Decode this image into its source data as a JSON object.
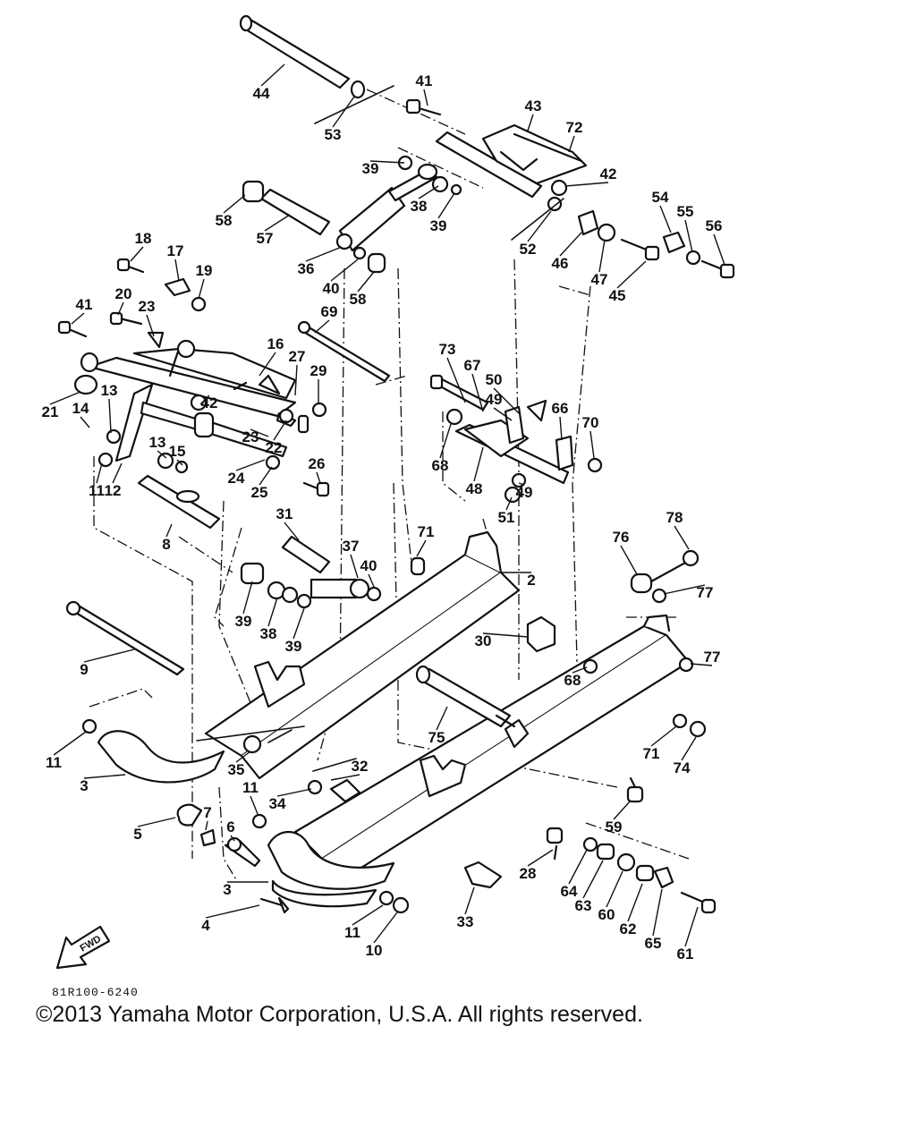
{
  "diagram": {
    "drawing_code": "81R100-6240",
    "copyright": "©2013 Yamaha Motor Corporation, U.S.A. All rights reserved.",
    "fwd_label": "FWD",
    "callouts": [
      {
        "label": "44"
      },
      {
        "label": "53"
      },
      {
        "label": "41"
      },
      {
        "label": "43"
      },
      {
        "label": "72"
      },
      {
        "label": "39"
      },
      {
        "label": "38"
      },
      {
        "label": "39"
      },
      {
        "label": "42"
      },
      {
        "label": "52"
      },
      {
        "label": "54"
      },
      {
        "label": "55"
      },
      {
        "label": "56"
      },
      {
        "label": "46"
      },
      {
        "label": "47"
      },
      {
        "label": "45"
      },
      {
        "label": "58"
      },
      {
        "label": "57"
      },
      {
        "label": "36"
      },
      {
        "label": "40"
      },
      {
        "label": "58"
      },
      {
        "label": "18"
      },
      {
        "label": "17"
      },
      {
        "label": "19"
      },
      {
        "label": "20"
      },
      {
        "label": "23"
      },
      {
        "label": "41"
      },
      {
        "label": "69"
      },
      {
        "label": "16"
      },
      {
        "label": "27"
      },
      {
        "label": "29"
      },
      {
        "label": "73"
      },
      {
        "label": "67"
      },
      {
        "label": "50"
      },
      {
        "label": "49"
      },
      {
        "label": "21"
      },
      {
        "label": "14"
      },
      {
        "label": "13"
      },
      {
        "label": "42"
      },
      {
        "label": "23"
      },
      {
        "label": "22"
      },
      {
        "label": "66"
      },
      {
        "label": "70"
      },
      {
        "label": "68"
      },
      {
        "label": "48"
      },
      {
        "label": "49"
      },
      {
        "label": "51"
      },
      {
        "label": "13"
      },
      {
        "label": "15"
      },
      {
        "label": "24"
      },
      {
        "label": "25"
      },
      {
        "label": "26"
      },
      {
        "label": "11"
      },
      {
        "label": "12"
      },
      {
        "label": "8"
      },
      {
        "label": "31"
      },
      {
        "label": "71"
      },
      {
        "label": "78"
      },
      {
        "label": "76"
      },
      {
        "label": "2"
      },
      {
        "label": "37"
      },
      {
        "label": "40"
      },
      {
        "label": "77"
      },
      {
        "label": "39"
      },
      {
        "label": "38"
      },
      {
        "label": "39"
      },
      {
        "label": "30"
      },
      {
        "label": "9"
      },
      {
        "label": "68"
      },
      {
        "label": "77"
      },
      {
        "label": "75"
      },
      {
        "label": "71"
      },
      {
        "label": "74"
      },
      {
        "label": "11"
      },
      {
        "label": "3"
      },
      {
        "label": "35"
      },
      {
        "label": "32"
      },
      {
        "label": "34"
      },
      {
        "label": "11"
      },
      {
        "label": "59"
      },
      {
        "label": "5"
      },
      {
        "label": "7"
      },
      {
        "label": "6"
      },
      {
        "label": "28"
      },
      {
        "label": "3"
      },
      {
        "label": "64"
      },
      {
        "label": "63"
      },
      {
        "label": "60"
      },
      {
        "label": "62"
      },
      {
        "label": "65"
      },
      {
        "label": "61"
      },
      {
        "label": "33"
      },
      {
        "label": "4"
      },
      {
        "label": "11"
      },
      {
        "label": "10"
      }
    ]
  }
}
